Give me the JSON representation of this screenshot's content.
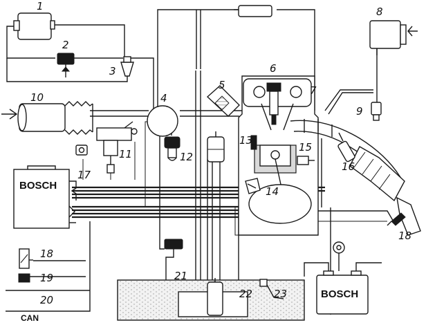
{
  "labels": {
    "n1": "1",
    "n2": "2",
    "n3": "3",
    "n4": "4",
    "n5": "5",
    "n6": "6",
    "n7": "7",
    "n8": "8",
    "n9": "9",
    "n10": "10",
    "n11": "11",
    "n12": "12",
    "n13": "13",
    "n14": "14",
    "n15": "15",
    "n16": "16",
    "n17": "17",
    "n18a": "18",
    "n18b": "18",
    "n19": "19",
    "n20": "20",
    "n21": "21",
    "n22": "22",
    "n23": "23"
  },
  "brand": {
    "ecu": "BOSCH",
    "battery": "BOSCH"
  },
  "bus": {
    "can": "CAN"
  }
}
